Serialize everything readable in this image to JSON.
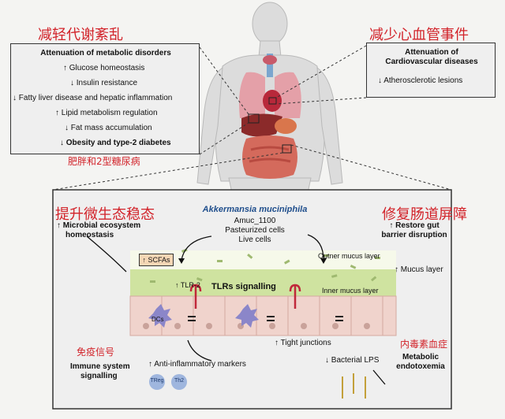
{
  "colors": {
    "red_heading": "#d2232a",
    "arrow": "#111111",
    "gut_green": "#d6e8a8",
    "mucus": "#bcd27e",
    "epithelium": "#f0d3cc",
    "title_blue": "#1f4e8c"
  },
  "top_left": {
    "heading_cn": "减轻代谢紊乱",
    "title": "Attenuation of metabolic disorders",
    "items": [
      {
        "dir": "up",
        "text": "Glucose homeostasis"
      },
      {
        "dir": "down",
        "text": "Insulin resistance"
      },
      {
        "dir": "down",
        "text": "Fatty liver disease and hepatic inflammation"
      },
      {
        "dir": "up",
        "text": "Lipid metabolism regulation"
      },
      {
        "dir": "down",
        "text": "Fat mass accumulation"
      },
      {
        "dir": "down",
        "text": "Obesity and type-2 diabetes"
      }
    ],
    "footer_cn": "肥胖和2型糖尿病"
  },
  "top_right": {
    "heading_cn": "减少心血管事件",
    "title_line1": "Attenuation of",
    "title_line2": "Cardiovascular diseases",
    "item": {
      "dir": "down",
      "text": "Atherosclerotic lesions"
    }
  },
  "bottom": {
    "left_heading_cn": "提升微生态稳态",
    "right_heading_cn": "修复肠道屏障",
    "organism": "Akkermansia muciniphila",
    "agents": [
      "Amuc_1100",
      "Pasteurized cells",
      "Live cells"
    ],
    "microbial": {
      "dir": "up",
      "line1": "Microbial ecosystem",
      "line2": "homeostasis"
    },
    "restore": {
      "dir": "up",
      "line1": "Restore gut",
      "line2": "barrier disruption"
    },
    "scfas": {
      "dir": "up",
      "text": "SCFAs"
    },
    "outer_mucus": "Outner mucus layer",
    "inner_mucus": "Inner mucus layer",
    "tlr2": {
      "dir": "up",
      "text": "TLR-2"
    },
    "tlrs": "TLRs signalling",
    "mucus_layer": {
      "dir": "up",
      "text": "Mucus layer"
    },
    "dcs": "DCs",
    "tight": {
      "dir": "up",
      "text": "Tight junctions"
    },
    "immune_cn": "免疫信号",
    "immune_line1": "Immune system",
    "immune_line2": "signalling",
    "anti": {
      "dir": "up",
      "text": "Anti-inflammatory markers"
    },
    "treg": "TReg",
    "th2": "Th2",
    "endo_cn": "内毒素血症",
    "lps": {
      "dir": "down",
      "text": "Bacterial LPS"
    },
    "metabolic_line1": "Metabolic",
    "metabolic_line2": "endotoxemia"
  }
}
